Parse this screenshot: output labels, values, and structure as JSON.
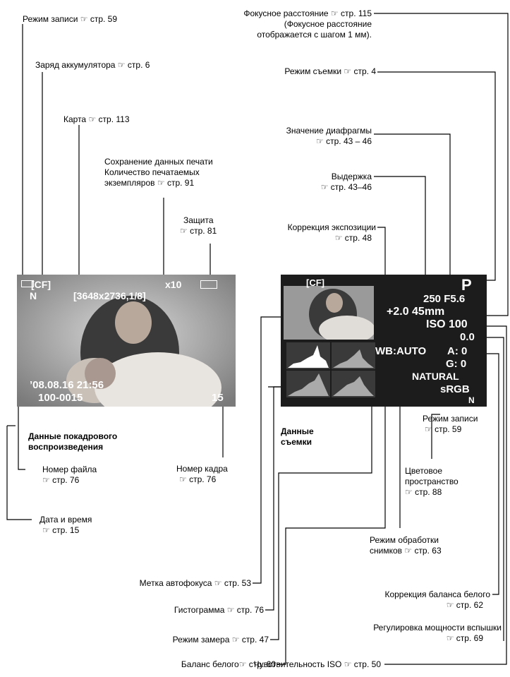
{
  "labels": {
    "rec_mode_top": "Режим записи ☞ стр. 59",
    "battery": "Заряд аккумулятора ☞ стр. 6",
    "card": "Карта ☞ стр. 113",
    "print_line1": "Сохранение данных печати",
    "print_line2": "Количество печатаемых",
    "print_line3": "экземпляров ☞ стр. 91",
    "protect_line1": "Защита",
    "protect_line2": "☞ стр. 81",
    "focal_line1": "Фокусное расстояние ☞ стр. 115",
    "focal_line2": "(Фокусное расстояние",
    "focal_line3": "отображается с шагом 1 мм).",
    "shoot_mode": "Режим съемки ☞ стр. 4",
    "aperture_line1": "Значение диафрагмы",
    "aperture_line2": "☞ стр. 43 – 46",
    "shutter_line1": "Выдержка",
    "shutter_line2": "☞ стр. 43–46",
    "expcomp_line1": "Коррекция экспозиции",
    "expcomp_line2": "☞ стр. 48",
    "playback_caption_line1": "Данные покадрового",
    "playback_caption_line2": "воспроизведения",
    "shoot_caption_line1": "Данные",
    "shoot_caption_line2": "съемки",
    "file_no_line1": "Номер файла",
    "file_no_line2": "☞ стр. 76",
    "frame_no_line1": "Номер кадра",
    "frame_no_line2": "☞ стр. 76",
    "datetime_line1": "Дата и время",
    "datetime_line2": "☞ стр. 15",
    "rec_mode_right_line1": "Режим записи",
    "rec_mode_right_line2": "☞ стр. 59",
    "colorspace_line1": "Цветовое",
    "colorspace_line2": "пространство",
    "colorspace_line3": "☞ стр. 88",
    "picmode_line1": "Режим обработки",
    "picmode_line2": "снимков ☞ стр. 63",
    "af_mark": "Метка автофокуса ☞ стр. 53",
    "histogram": "Гистограмма ☞ стр. 76",
    "metering": "Режим замера ☞ стр. 47",
    "wb": "Баланс белого☞ стр. 60",
    "wb_comp_line1": "Коррекция баланса белого",
    "wb_comp_line2": "☞ стр. 62",
    "flash_line1": "Регулировка мощности вспышки",
    "flash_line2": "☞ стр. 69",
    "iso": "Чувствительность ISO ☞ стр. 50"
  },
  "left_screen": {
    "card": "[CF]",
    "print_count": "x10",
    "rec_mode": "N",
    "resolution": "[3648x2736,1/8]",
    "datetime": "’08.08.16 21:56",
    "file_no": "100-0015",
    "frame_no": "15"
  },
  "right_screen": {
    "card": "[CF]",
    "mode": "P",
    "shutter_aperture": "250 F5.6",
    "expcomp_focal": "+2.0 45mm",
    "iso": "ISO 100",
    "flash_comp": "0.0",
    "wb": "WB:AUTO",
    "wb_a": "A: 0",
    "wb_g": "G: 0",
    "picture_mode": "NATURAL",
    "color_space": "sRGB",
    "rec_mode": "N"
  },
  "colors": {
    "screen_bg": "#1c1c1c",
    "screen_text": "#ffffff",
    "line": "#000000"
  }
}
